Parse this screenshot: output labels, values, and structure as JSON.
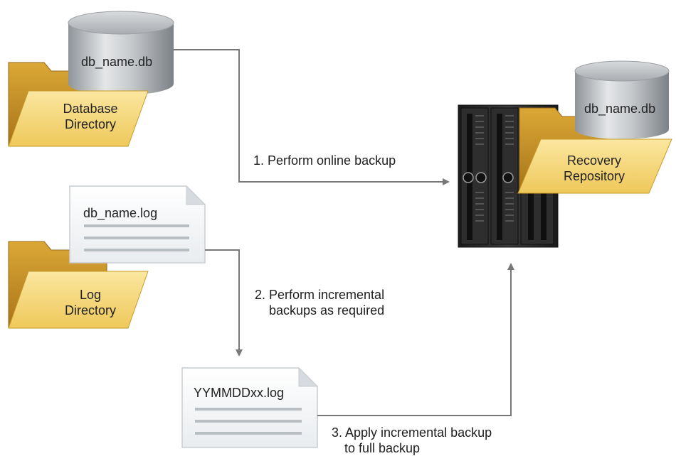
{
  "database": {
    "file_label": "db_name.db",
    "folder_label_line1": "Database",
    "folder_label_line2": "Directory"
  },
  "log": {
    "file_label": "db_name.log",
    "folder_label_line1": "Log",
    "folder_label_line2": "Directory"
  },
  "incremental_file": {
    "file_label": "YYMMDDxx.log"
  },
  "recovery": {
    "file_label": "db_name.db",
    "folder_label_line1": "Recovery",
    "folder_label_line2": "Repository"
  },
  "steps": {
    "step1": "1. Perform online backup",
    "step2_line1": "2. Perform incremental",
    "step2_line2": "backups as required",
    "step3_line1": "3. Apply incremental backup",
    "step3_line2": "to full backup"
  },
  "colors": {
    "folder_back": "#c8941e",
    "folder_front": "#f5d77a",
    "cylinder": "#b5b9bd",
    "arrow": "#777777",
    "server": "#2a2a2a"
  }
}
